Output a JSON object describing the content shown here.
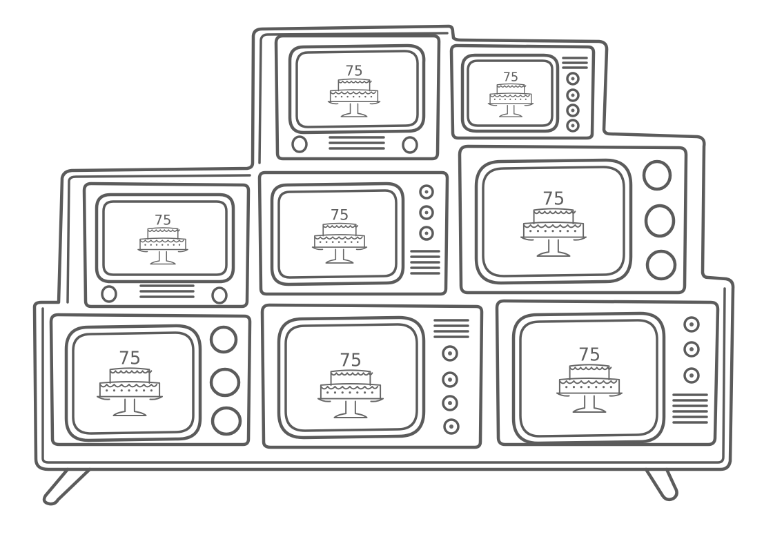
{
  "illustration": {
    "subject": "stack of vintage televisions",
    "stroke_color": "#5b5b5b",
    "background_color": "#ffffff"
  },
  "screen_label": "75",
  "televisions": [
    {
      "id": "tv-top-left",
      "label": "75",
      "controls": "knobs-bottom"
    },
    {
      "id": "tv-top-right",
      "label": "75",
      "controls": "side-buttons"
    },
    {
      "id": "tv-middle-left",
      "label": "75",
      "controls": "knobs-bottom"
    },
    {
      "id": "tv-middle-center",
      "label": "75",
      "controls": "side-buttons"
    },
    {
      "id": "tv-middle-right",
      "label": "75",
      "controls": "side-knobs"
    },
    {
      "id": "tv-bottom-left",
      "label": "75",
      "controls": "side-knobs"
    },
    {
      "id": "tv-bottom-center",
      "label": "75",
      "controls": "side-buttons"
    },
    {
      "id": "tv-bottom-right",
      "label": "75",
      "controls": "side-buttons"
    }
  ]
}
